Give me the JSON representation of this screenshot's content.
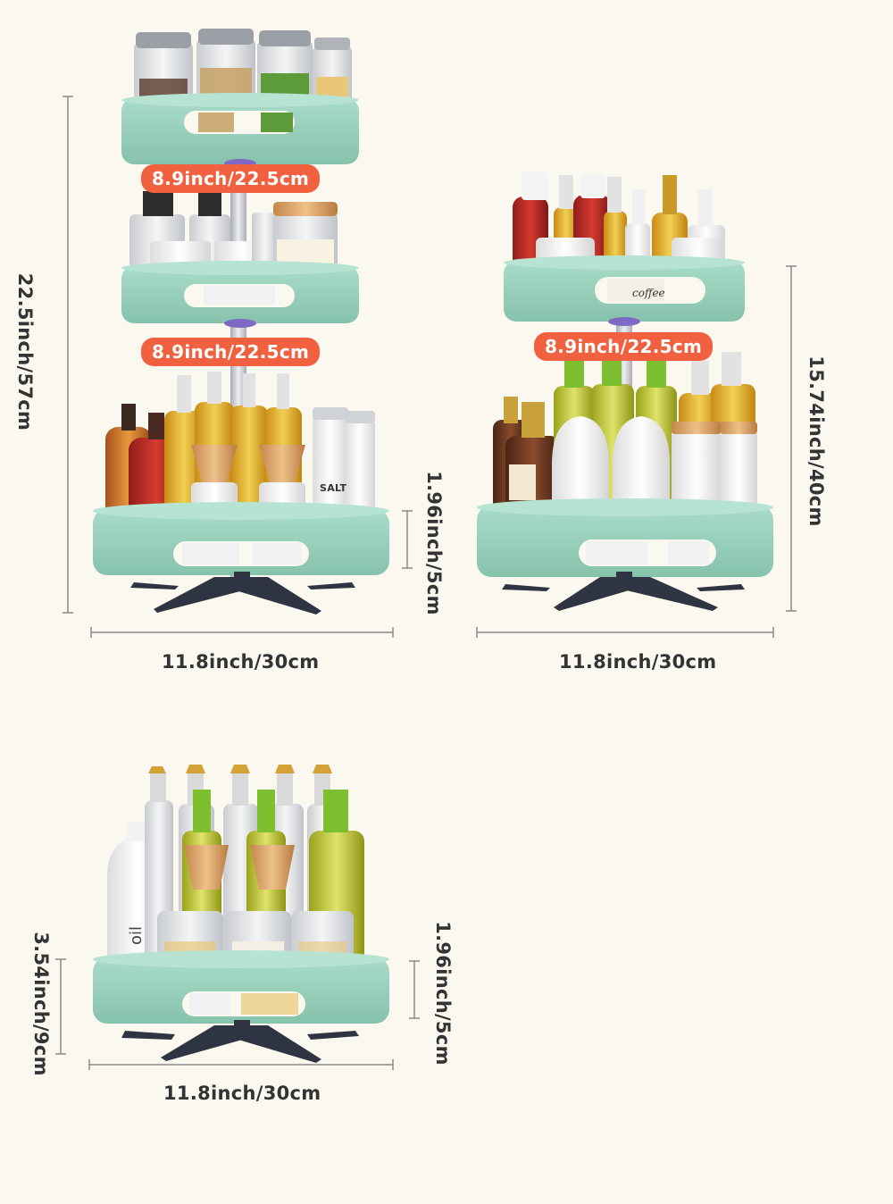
{
  "colors": {
    "background": "#fbf8ef",
    "tray": "#9fd4c1",
    "tray_dark": "#86c2ac",
    "badge": "#f2613f",
    "pole": "#c9ccd0",
    "feet": "#2f3442",
    "line": "#8b8b8b"
  },
  "three_tier": {
    "tier_gap_upper": "8.9inch/22.5cm",
    "tier_gap_lower": "8.9inch/22.5cm",
    "total_height": "22.5inch/57cm",
    "tray_height": "1.96inch/5cm",
    "width": "11.8inch/30cm"
  },
  "two_tier": {
    "tier_gap": "8.9inch/22.5cm",
    "total_height": "15.74inch/40cm",
    "width": "11.8inch/30cm"
  },
  "one_tier": {
    "total_height": "3.54inch/9cm",
    "tray_height": "1.96inch/5cm",
    "width": "11.8inch/30cm"
  },
  "bottle_labels": {
    "coffee": "coffee",
    "salt": "SALT",
    "oil": "oil"
  }
}
